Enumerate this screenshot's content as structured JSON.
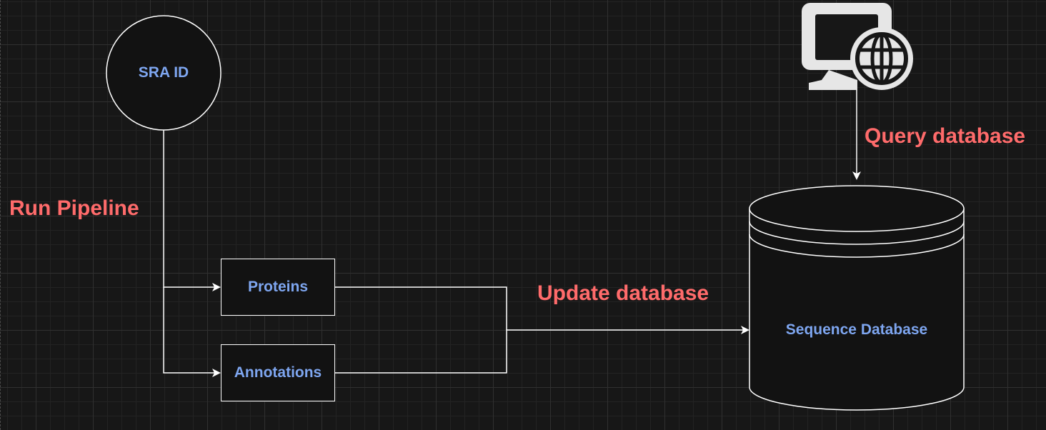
{
  "nodes": {
    "sra_id": "SRA ID",
    "proteins": "Proteins",
    "annotations": "Annotations",
    "database": "Sequence Database"
  },
  "edges": {
    "run_pipeline": "Run Pipeline",
    "update_database": "Update database",
    "query_database": "Query database"
  },
  "icons": {
    "client": "computer-web-icon"
  },
  "colors": {
    "background": "#171717",
    "node_text": "#7ea6f0",
    "edge_label": "#ff6b6b",
    "stroke": "#ffffff",
    "icon": "#e6e6e6"
  }
}
